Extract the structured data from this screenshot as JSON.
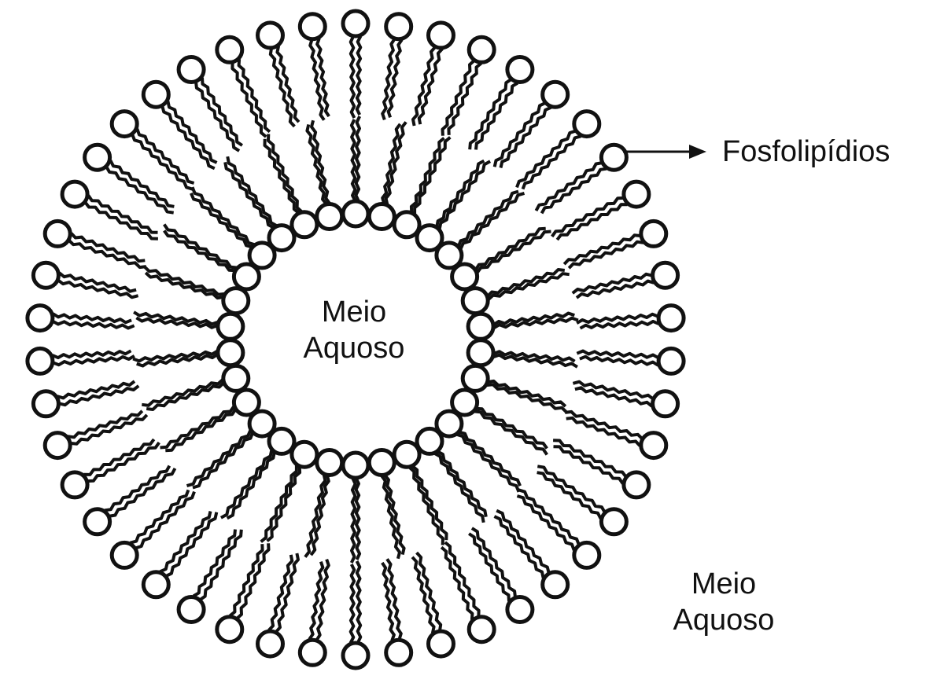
{
  "labels": {
    "phospholipids": "Fosfolipídios",
    "inner_medium": [
      "Meio",
      "Aquoso"
    ],
    "outer_medium": [
      "Meio",
      "Aquoso"
    ]
  },
  "structure": {
    "type": "liposome",
    "outer_head_count": 46,
    "inner_head_count": 30
  },
  "colors": {
    "stroke": "#111111",
    "head_fill": "#ffffff",
    "background": "#ffffff"
  }
}
